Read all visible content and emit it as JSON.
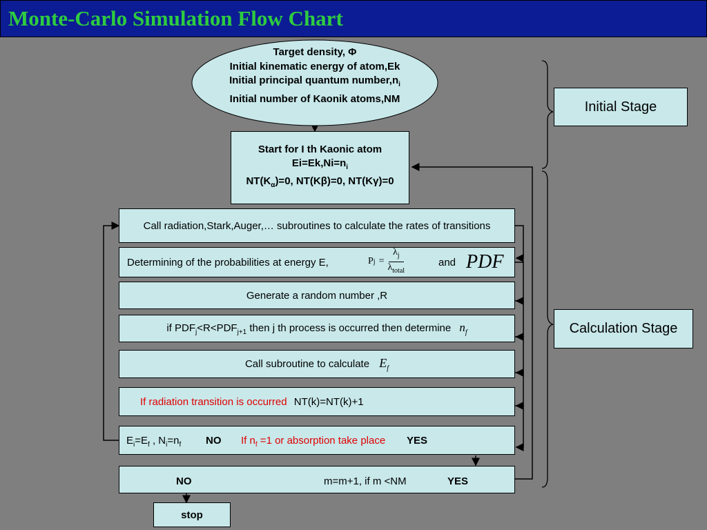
{
  "title": "Monte-Carlo Simulation  Flow Chart",
  "ellipse": {
    "line1": "Target density, Φ",
    "line2": "Initial kinematic energy of atom,Ek",
    "line3": "Initial principal quantum number,n",
    "line3_sub": "i",
    "line4": "Initial number of Kaonik atoms,NM"
  },
  "start_box": {
    "line1": "Start for I th Kaonic atom",
    "line2": "Ei=Ek,Ni=n",
    "line2_sub": "i",
    "line3_a": "NT(K",
    "line3_sub": "α",
    "line3_b": ")=0, NT(Kβ)=0, NT(Kγ)=0"
  },
  "step1": "Call radiation,Stark,Auger,… subroutines to calculate the rates of transitions",
  "step2": {
    "text": "Determining of the probabilities at energy E,",
    "formula_lhs": "P",
    "formula_lhs_sub": "j",
    "formula_eq": "=",
    "formula_num": "λ",
    "formula_num_sub": "j",
    "formula_den": "λ",
    "formula_den_sub": "total",
    "and": "and",
    "pdf": "PDF"
  },
  "step3": "Generate a random number ,R",
  "step4": {
    "a": "if PDF",
    "a_sub": "j",
    "b": "<R<PDF",
    "b_sub": "j+1",
    "c": " then  j th process is occurred then determine",
    "var": "n",
    "var_sub": "f"
  },
  "step5": {
    "text": "Call  subroutine to calculate",
    "var": "E",
    "var_sub": "f"
  },
  "step6": {
    "red": "If radiation transition is occurred",
    "black": "NT(k)=NT(k)+1"
  },
  "step7": {
    "a": "E",
    "a_sub": "i",
    "b": "=E",
    "b_sub": "f",
    "c": " , N",
    "c_sub": "i",
    "d": "=n",
    "d_sub": "f",
    "no": "NO",
    "red_a": "If n",
    "red_sub": "f",
    "red_b": " =1 or absorption take place",
    "yes": "YES"
  },
  "step8": {
    "no": "NO",
    "text": "m=m+1, if m <NM",
    "yes": "YES"
  },
  "stop": "stop",
  "stage_initial": "Initial Stage",
  "stage_calc": "Calculation Stage"
}
